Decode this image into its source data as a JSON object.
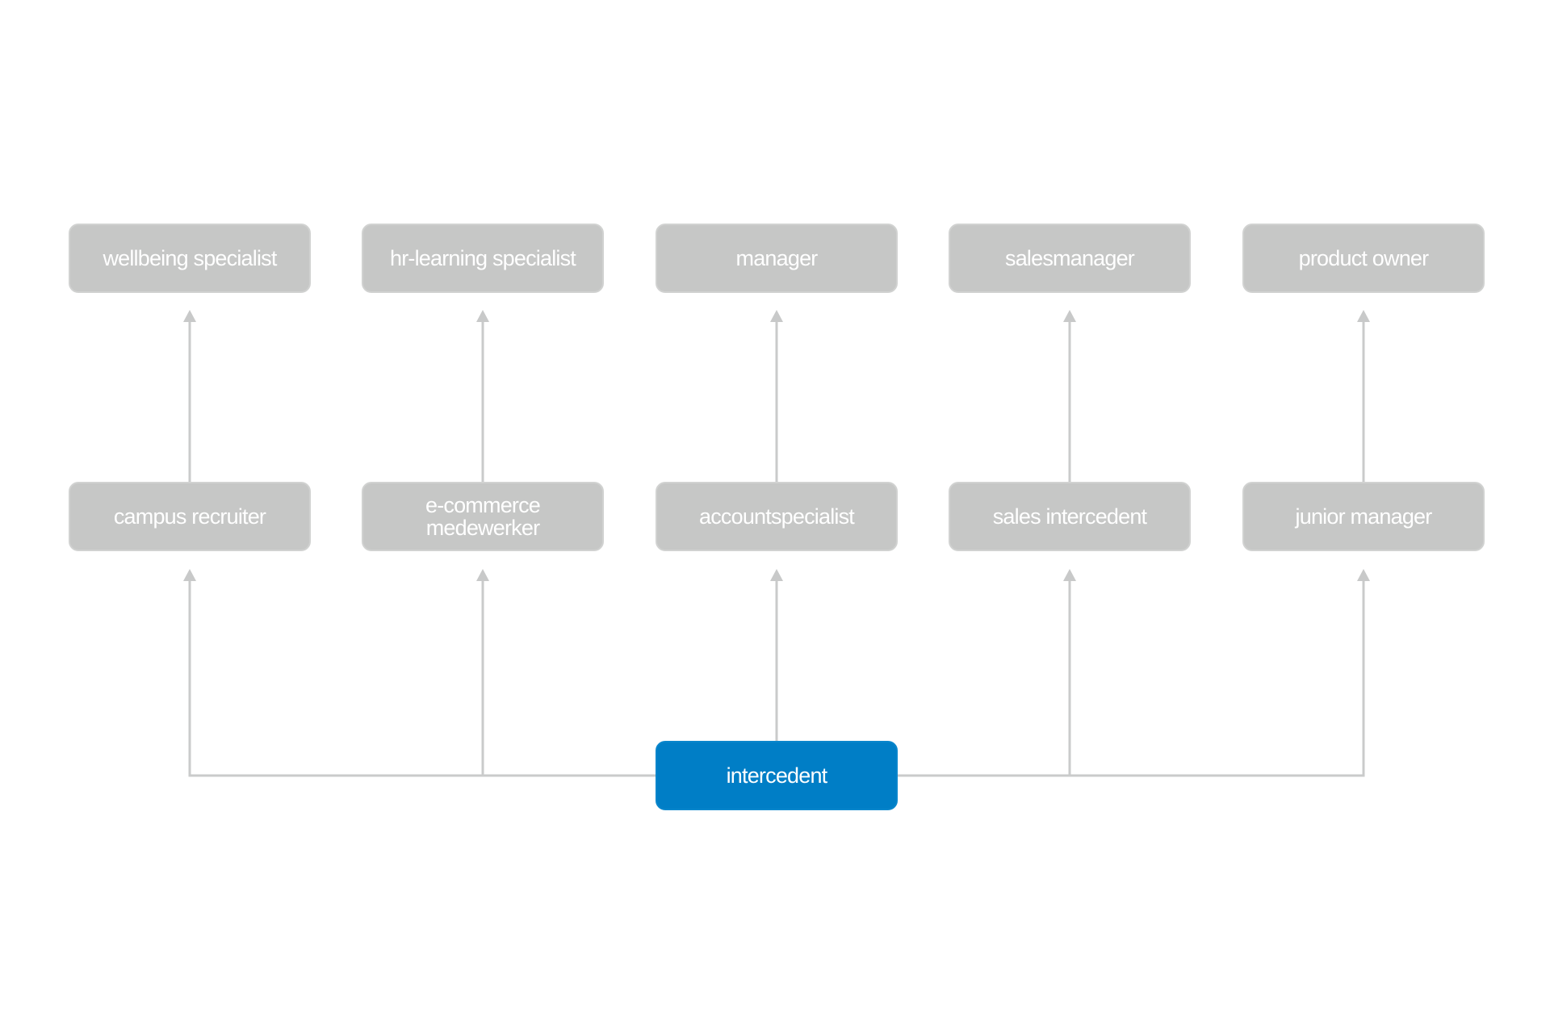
{
  "diagram": {
    "top_row": [
      {
        "label": "wellbeing specialist"
      },
      {
        "label": "hr-learning specialist"
      },
      {
        "label": "manager"
      },
      {
        "label": "salesmanager"
      },
      {
        "label": "product owner"
      }
    ],
    "middle_row": [
      {
        "label": "campus recruiter"
      },
      {
        "label": "e-commerce\nmedewerker"
      },
      {
        "label": "accountspecialist"
      },
      {
        "label": "sales intercedent"
      },
      {
        "label": "junior manager"
      }
    ],
    "root": {
      "label": "intercedent"
    },
    "colors": {
      "node_grey": "#c6c7c6",
      "node_active": "#007ec6",
      "connector": "#cacbcb",
      "text": "#ffffff"
    }
  }
}
